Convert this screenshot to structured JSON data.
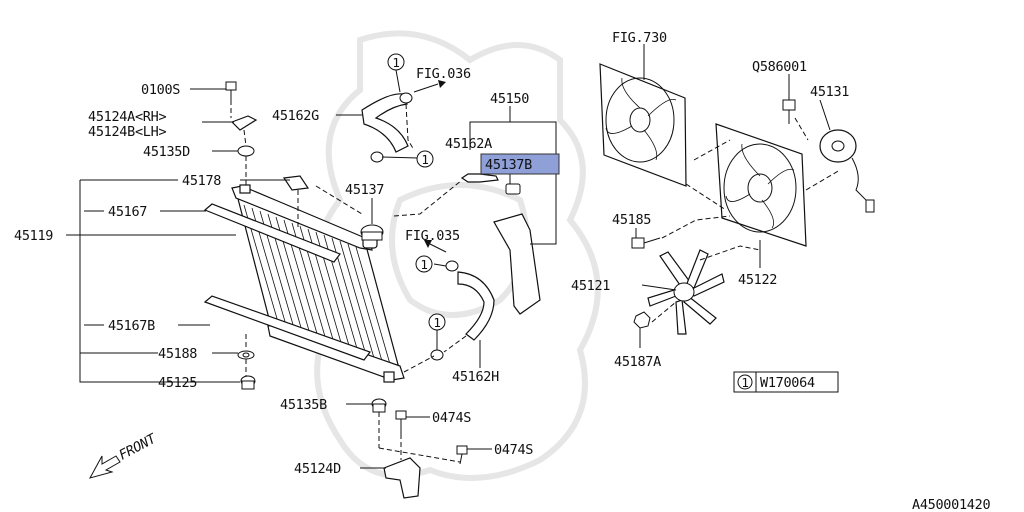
{
  "labels": {
    "p0100S": "0100S",
    "p45124A": "45124A<RH>",
    "p45124B": "45124B<LH>",
    "p45135D": "45135D",
    "p45178": "45178",
    "p45167": "45167",
    "p45119": "45119",
    "p45167B": "45167B",
    "p45188": "45188",
    "p45125": "45125",
    "p45135B": "45135B",
    "p45124D": "45124D",
    "p0474S_1": "0474S",
    "p0474S_2": "0474S",
    "p45162G": "45162G",
    "fig036": "FIG.036",
    "p45137": "45137",
    "p45150": "45150",
    "p45162A": "45162A",
    "p45137B": "45137B",
    "fig035": "FIG.035",
    "p45162H": "45162H",
    "fig730": "FIG.730",
    "q586001": "Q586001",
    "p45131": "45131",
    "p45185": "45185",
    "p45121": "45121",
    "p45122": "45122",
    "p45187A": "45187A",
    "legend_code": "W170064",
    "front": "FRONT",
    "drawing_id": "A450001420"
  },
  "callout": "1",
  "colors": {
    "highlight": "#8f9fd8",
    "line": "#111111",
    "watermark": "#e6e6e6"
  }
}
